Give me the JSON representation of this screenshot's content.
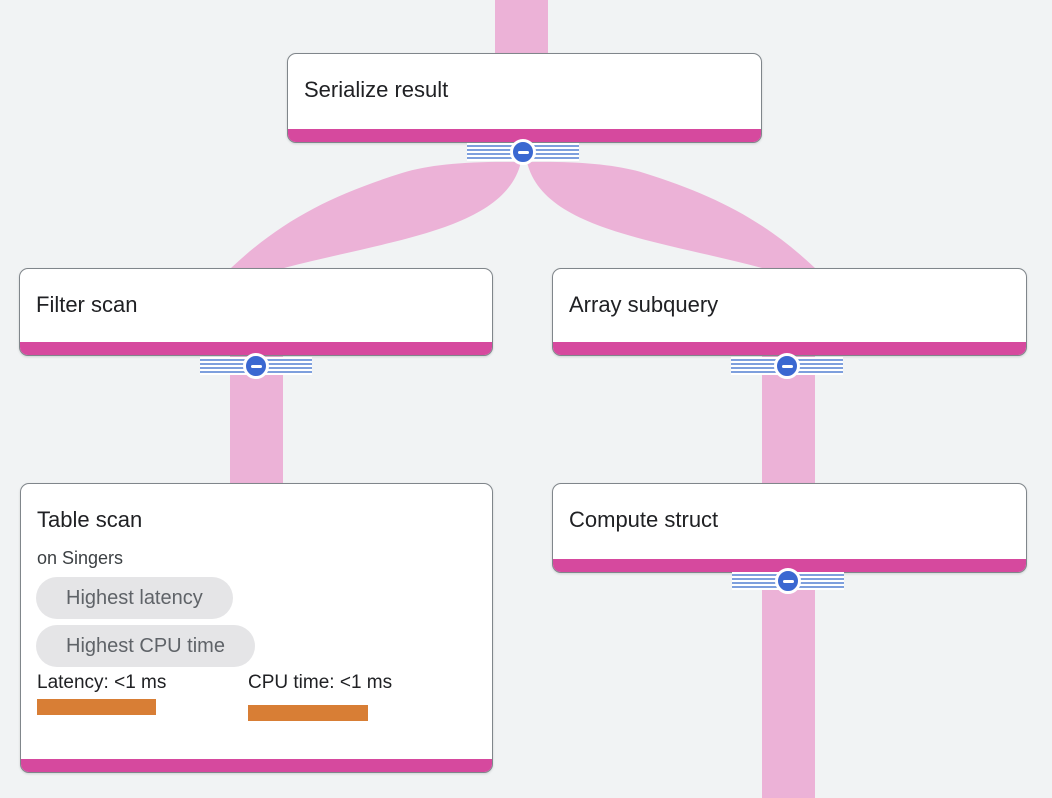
{
  "colors": {
    "canvas-bg": "#f1f3f4",
    "flow-pink": "#ecb2d7",
    "accent-magenta": "#d6499e",
    "button-blue": "#3b68d1",
    "track-line-blue": "#7e9fdd",
    "node-border": "#80868b",
    "title-text": "#202124",
    "subtitle-text": "#3c4043",
    "badge-bg": "#e5e5e7",
    "badge-text": "#5f6368",
    "metric-orange": "#d87e35"
  },
  "nodes": [
    {
      "title": "Serialize result"
    },
    {
      "title": "Filter scan"
    },
    {
      "title": "Array subquery"
    },
    {
      "title": "Table scan",
      "subtitle": "on Singers",
      "badges": [
        "Highest latency",
        "Highest CPU time"
      ],
      "metrics": [
        {
          "label": "Latency: <1 ms"
        },
        {
          "label": "CPU time: <1 ms"
        }
      ]
    },
    {
      "title": "Compute struct"
    }
  ],
  "edges": [
    {
      "from": "(parent above)",
      "to": "Serialize result"
    },
    {
      "from": "Serialize result",
      "to": "Filter scan"
    },
    {
      "from": "Serialize result",
      "to": "Array subquery"
    },
    {
      "from": "Filter scan",
      "to": "Table scan"
    },
    {
      "from": "Array subquery",
      "to": "Compute struct"
    },
    {
      "from": "Compute struct",
      "to": "(child below)"
    }
  ],
  "icons": {
    "collapse": "minus-icon"
  }
}
